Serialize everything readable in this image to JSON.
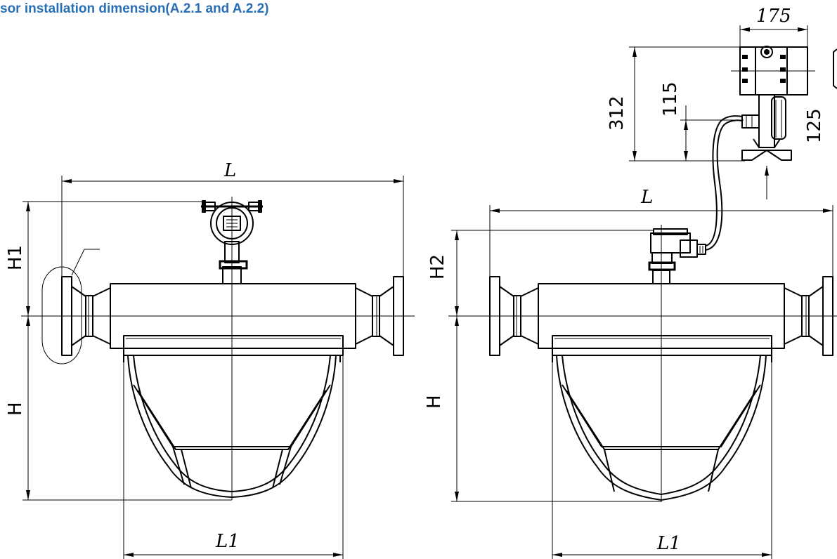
{
  "title": "sor installation dimension(A.2.1 and A.2.2)",
  "accent_color": "#2a6fb5",
  "left_view": {
    "dim_L": "L",
    "dim_L1": "L1",
    "dim_H": "H",
    "dim_H1": "H1"
  },
  "right_view": {
    "dim_L": "L",
    "dim_L1": "L1",
    "dim_H": "H",
    "dim_H2": "H2"
  },
  "remote_transmitter": {
    "dim_175": "175",
    "dim_312": "312",
    "dim_115": "115",
    "dim_125": "125"
  }
}
